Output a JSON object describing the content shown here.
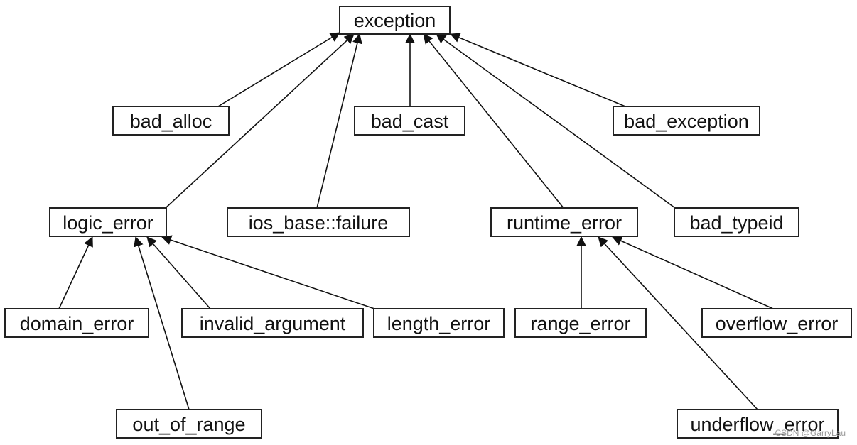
{
  "diagram": {
    "nodes": {
      "exception": "exception",
      "bad_alloc": "bad_alloc",
      "bad_cast": "bad_cast",
      "bad_exception": "bad_exception",
      "logic_error": "logic_error",
      "ios_base_failure": "ios_base::failure",
      "runtime_error": "runtime_error",
      "bad_typeid": "bad_typeid",
      "domain_error": "domain_error",
      "invalid_argument": "invalid_argument",
      "length_error": "length_error",
      "range_error": "range_error",
      "overflow_error": "overflow_error",
      "out_of_range": "out_of_range",
      "underflow_error": "underflow_error"
    },
    "edges": [
      {
        "from": "bad_alloc",
        "to": "exception"
      },
      {
        "from": "logic_error",
        "to": "exception"
      },
      {
        "from": "ios_base_failure",
        "to": "exception"
      },
      {
        "from": "bad_cast",
        "to": "exception"
      },
      {
        "from": "runtime_error",
        "to": "exception"
      },
      {
        "from": "bad_typeid",
        "to": "exception"
      },
      {
        "from": "bad_exception",
        "to": "exception"
      },
      {
        "from": "domain_error",
        "to": "logic_error"
      },
      {
        "from": "out_of_range",
        "to": "logic_error"
      },
      {
        "from": "invalid_argument",
        "to": "logic_error"
      },
      {
        "from": "length_error",
        "to": "logic_error"
      },
      {
        "from": "range_error",
        "to": "runtime_error"
      },
      {
        "from": "underflow_error",
        "to": "runtime_error"
      },
      {
        "from": "overflow_error",
        "to": "runtime_error"
      }
    ]
  },
  "watermark": "CSDN @GarryLau"
}
